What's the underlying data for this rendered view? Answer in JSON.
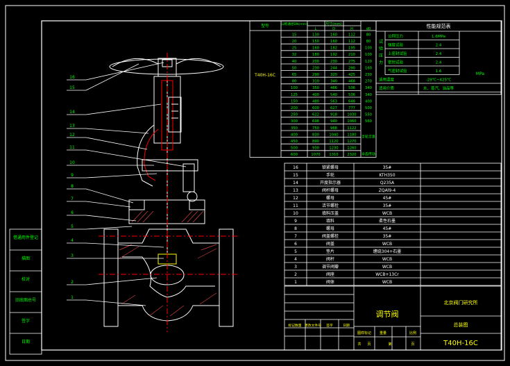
{
  "colors": {
    "background": "#000000",
    "line": "#ffffff",
    "table_text": "#00ff00",
    "title_text": "#ffff00",
    "cyan": "#00ffff",
    "red": "#ff0000",
    "hatch": "#d04040"
  },
  "dim_table": {
    "model_label": "T40H-16C",
    "col_model": "型号",
    "col_dn": "公称通径DN(mm)",
    "col_dims": "尺寸(mm)",
    "sub": [
      "L",
      "D",
      "H",
      "d0"
    ],
    "rows": [
      [
        "15",
        "130",
        "160",
        "112",
        "80"
      ],
      [
        "20",
        "150",
        "160",
        "112",
        "80"
      ],
      [
        "25",
        "160",
        "182",
        "195",
        "100"
      ],
      [
        "32",
        "180",
        "192",
        "210",
        "100"
      ],
      [
        "40",
        "200",
        "230",
        "275",
        "120"
      ],
      [
        "50",
        "230",
        "244",
        "290",
        "160"
      ],
      [
        "65",
        "290",
        "320",
        "425",
        "230"
      ],
      [
        "80",
        "310",
        "340",
        "468",
        "270"
      ],
      [
        "100",
        "350",
        "466",
        "536",
        "340"
      ],
      [
        "125",
        "400",
        "540",
        "536",
        "340"
      ],
      [
        "150",
        "480",
        "563",
        "648",
        "400"
      ],
      [
        "200",
        "600",
        "627",
        "777",
        "500"
      ],
      [
        "250",
        "622",
        "918",
        "1030",
        "550"
      ],
      [
        "300",
        "698",
        "940",
        "1060",
        "560"
      ],
      [
        "350",
        "750",
        "968",
        "1122",
        ""
      ],
      [
        "400",
        "830",
        "1040",
        "1180",
        ""
      ],
      [
        "450",
        "890",
        "1120",
        "1270",
        ""
      ],
      [
        "500",
        "930",
        "1230",
        "1260",
        ""
      ],
      [
        "600",
        "1070",
        "1310",
        "2320",
        ""
      ]
    ],
    "note1": "手轮示意",
    "note2": "伞齿传动"
  },
  "perf_table": {
    "title": "性能规范表",
    "vert": "试验压力",
    "rows": [
      {
        "label": "公称压力",
        "value": "1.6MPa"
      },
      {
        "label": "强度试验",
        "value": "2.4"
      },
      {
        "label": "上密封试验",
        "value": "2.4"
      },
      {
        "label": "密封试验",
        "value": "2.4"
      },
      {
        "label": "气密封试验",
        "value": "1.6"
      },
      {
        "label": "适用温度",
        "value": "-29℃~425℃"
      },
      {
        "label": "适用介质",
        "value": "水、蒸汽、油品等"
      }
    ],
    "unit": "MPa"
  },
  "parts": [
    {
      "no": "16",
      "name": "锁紧螺母",
      "material": "35#"
    },
    {
      "no": "15",
      "name": "手轮",
      "material": "KTH350"
    },
    {
      "no": "14",
      "name": "开度指示器",
      "material": "Q235A"
    },
    {
      "no": "13",
      "name": "阀杆螺母",
      "material": "ZQAl9-4"
    },
    {
      "no": "12",
      "name": "螺母",
      "material": "45#"
    },
    {
      "no": "11",
      "name": "活节螺栓",
      "material": "35#"
    },
    {
      "no": "10",
      "name": "填料压盖",
      "material": "WCB"
    },
    {
      "no": "9",
      "name": "填料",
      "material": "柔性石墨"
    },
    {
      "no": "8",
      "name": "螺母",
      "material": "45#"
    },
    {
      "no": "7",
      "name": "阀盖螺栓",
      "material": "35#"
    },
    {
      "no": "6",
      "name": "阀盖",
      "material": "WCB"
    },
    {
      "no": "5",
      "name": "垫片",
      "material": "缠绕304+石墨"
    },
    {
      "no": "4",
      "name": "阀杆",
      "material": "WCB"
    },
    {
      "no": "3",
      "name": "调节阀瓣",
      "material": "WCB"
    },
    {
      "no": "2",
      "name": "阀座",
      "material": "WCB+13Cr"
    },
    {
      "no": "1",
      "name": "阀体",
      "material": "WCB"
    }
  ],
  "leaders": [
    "16",
    "15",
    "14",
    "13",
    "12",
    "11",
    "10",
    "9",
    "8",
    "7",
    "6",
    "5",
    "4",
    "3",
    "2",
    "1"
  ],
  "left_strip": [
    "借通用件登记",
    "描图",
    "校对",
    "旧底图总号",
    "签字",
    "日期"
  ],
  "title_block": {
    "name": "调节阀",
    "company": "北京阀门研究所",
    "drawing": "总装图",
    "code": "T40H-16C",
    "row_labels": [
      "标记数量",
      "更改文件号",
      "签字",
      "日期"
    ],
    "row2": [
      "图样标记",
      "重量",
      "比例"
    ],
    "row3": [
      "共",
      "页",
      "第",
      "页"
    ]
  }
}
